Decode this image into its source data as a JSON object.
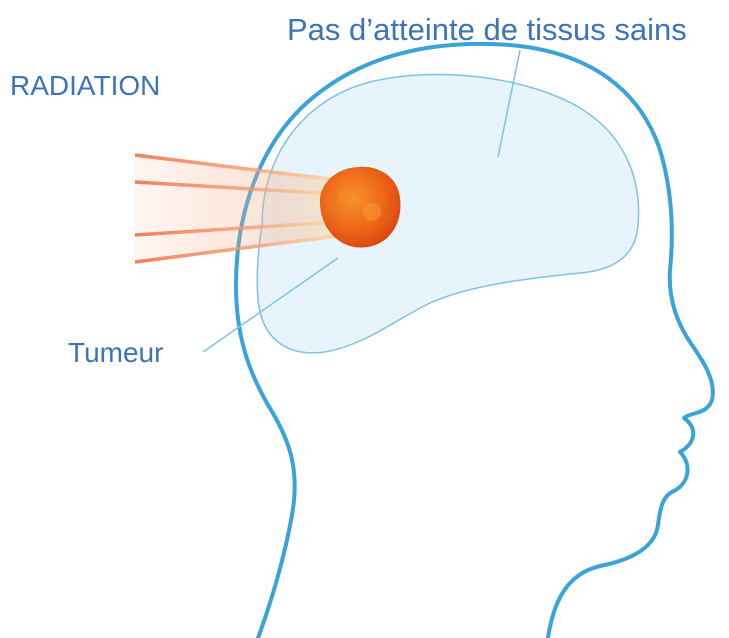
{
  "labels": {
    "healthy_tissue": "Pas d’atteinte de tissus sains",
    "radiation": "RADIATION",
    "tumor": "Tumeur"
  },
  "colors": {
    "outline": "#3aa3d8",
    "brain_fill": "#e8f4fb",
    "label_text": "#3d73b8",
    "beam": "#f07a55",
    "tumor_core": "#ea5a14"
  },
  "icons": {
    "head": "head-profile-outline",
    "brain": "brain-region",
    "tumor": "tumor-blob",
    "beams": "radiation-beams"
  }
}
